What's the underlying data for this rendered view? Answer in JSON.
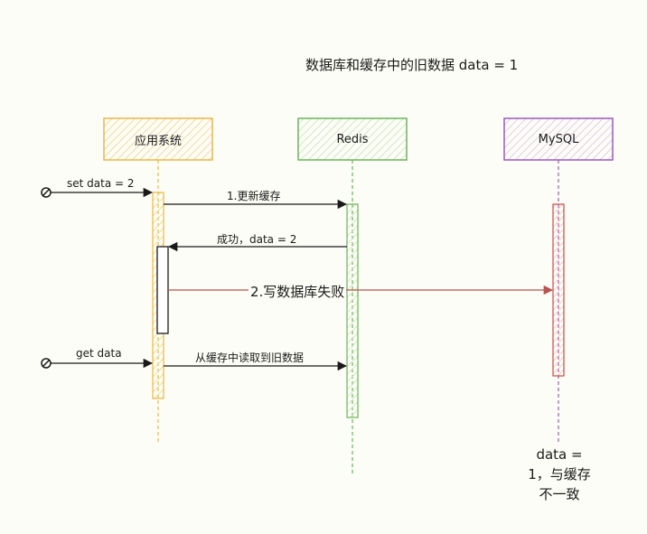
{
  "title": "数据库和缓存中的旧数据 data = 1",
  "participants": [
    {
      "name": "应用系统",
      "color": "#e6b84a"
    },
    {
      "name": "Redis",
      "color": "#6db35a"
    },
    {
      "name": "MySQL",
      "color": "#9c5ab8"
    }
  ],
  "messages": {
    "set_data": "set data = 2",
    "update_cache": "1.更新缓存",
    "success": "成功，data = 2",
    "write_db_fail": "2.写数据库失败",
    "get_data": "get data",
    "read_old": "从缓存中读取到旧数据"
  },
  "note": "data = 1，与缓存不一致",
  "colors": {
    "app": "#e6b84a",
    "redis": "#6db35a",
    "mysql": "#9c5ab8",
    "mysql_activation": "#c0504d",
    "fail_arrow": "#b85450"
  }
}
